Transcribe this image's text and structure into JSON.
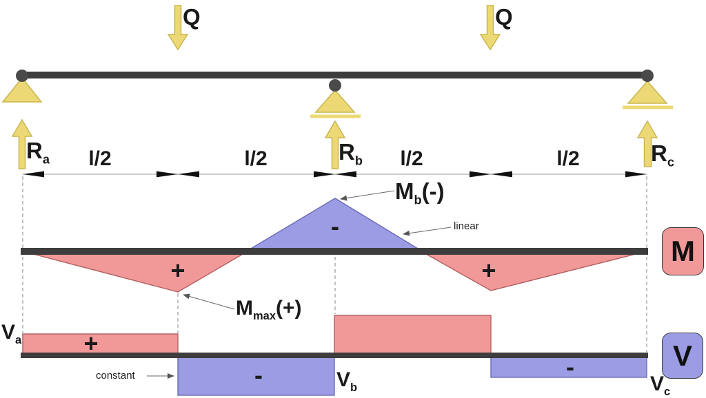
{
  "colors": {
    "pos": "#f19899",
    "posline": "#b25f60",
    "neg": "#9b9ce3",
    "negline": "#6b6cb6",
    "yellow": "#ecd976",
    "yellowline": "#c9b54e",
    "dark": "#3d3d3d",
    "pin": "#4a4a4a",
    "dashed": "#999999",
    "leader": "#666666",
    "dimline": "#9a9a9a",
    "dimarrow": "#111111",
    "text": "#1a1a1a",
    "badge_m_fill": "#f19899",
    "badge_v_fill": "#9b9ce3",
    "badge_border": "#3a3a3a"
  },
  "loads": {
    "q1": "Q",
    "q2": "Q"
  },
  "reactions": {
    "a": {
      "main": "R",
      "sub": "a"
    },
    "b": {
      "main": "R",
      "sub": "b"
    },
    "c": {
      "main": "R",
      "sub": "c"
    }
  },
  "dimensions": {
    "segments": [
      "l/2",
      "l/2",
      "l/2",
      "l/2"
    ]
  },
  "moment_diagram": {
    "badge": "M",
    "label_mb": {
      "main": "M",
      "sub": "b",
      "suffix": "(-)"
    },
    "label_mmax": {
      "main": "M",
      "sub": "max",
      "suffix": "(+)"
    },
    "annotation_linear": "linear",
    "sign_span1": "+",
    "sign_support_b": "-",
    "sign_span2": "+"
  },
  "shear_diagram": {
    "badge": "V",
    "label_va": {
      "main": "V",
      "sub": "a"
    },
    "label_vb": {
      "main": "V",
      "sub": "b"
    },
    "label_vc": {
      "main": "V",
      "sub": "c"
    },
    "annotation_constant": "constant",
    "sign_span1_pos": "+",
    "sign_span1_neg": "-",
    "sign_span2_neg": "-"
  }
}
